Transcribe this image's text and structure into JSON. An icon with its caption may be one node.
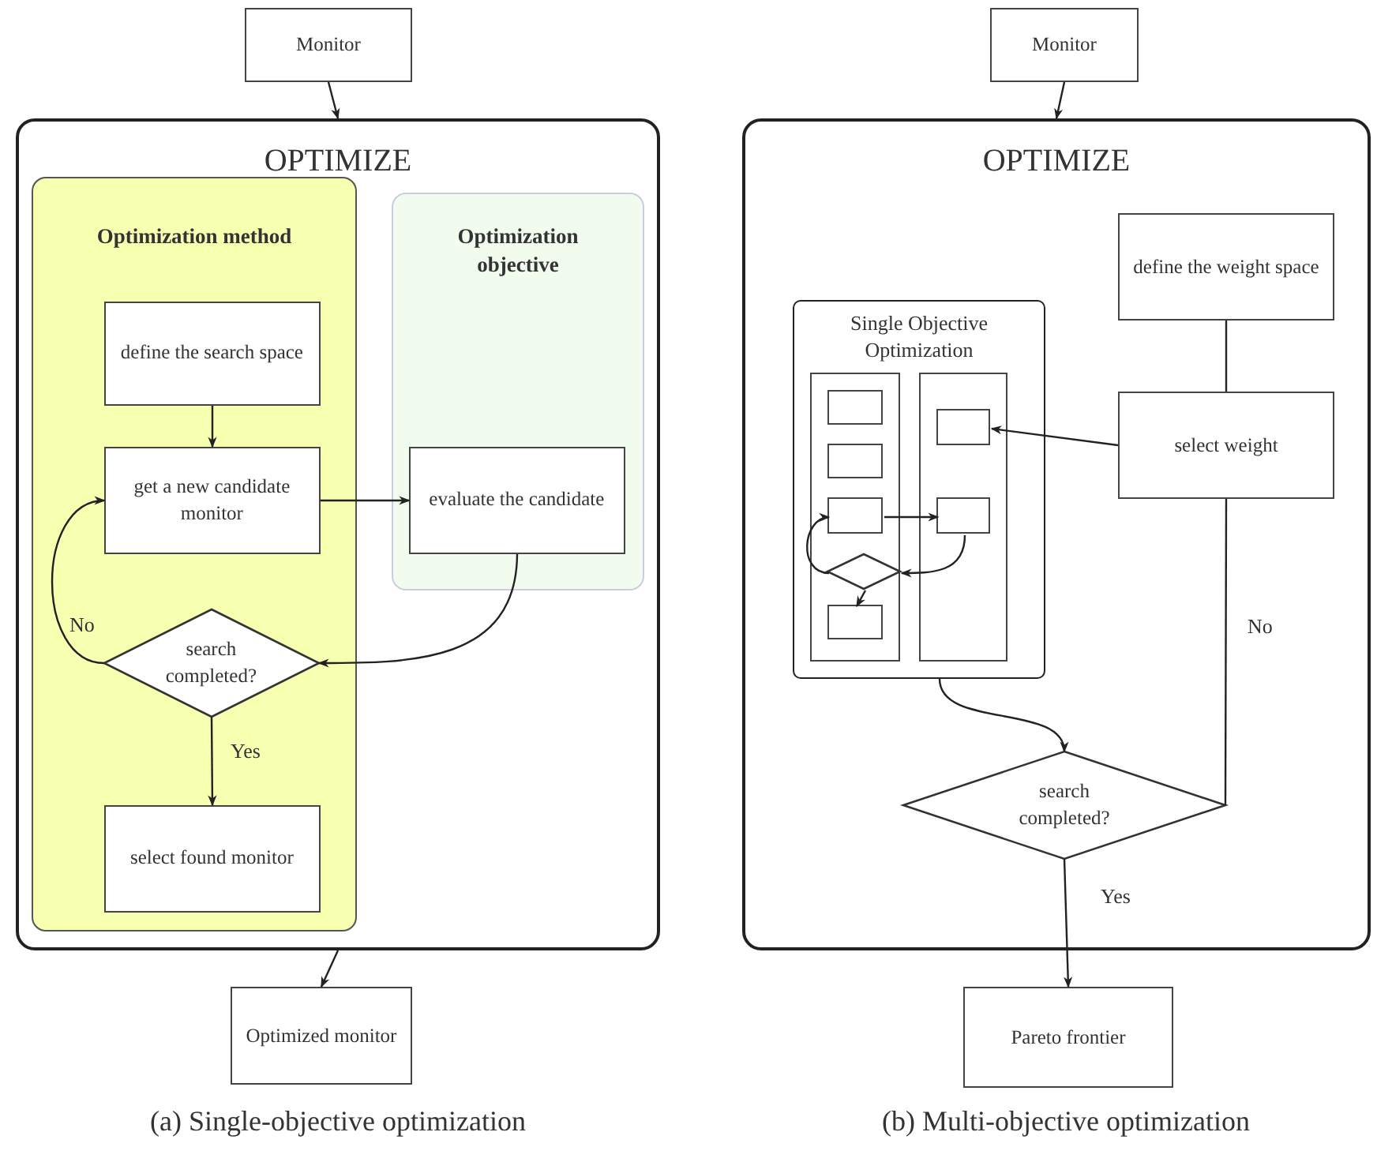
{
  "diagram": {
    "nodes": [
      {
        "text": [
          "Monitor"
        ]
      },
      {
        "text": [
          "OPTIMIZE"
        ]
      },
      {
        "text": [
          "Optimization method"
        ],
        "in": 1
      },
      {
        "text": [
          "Optimization objective"
        ],
        "in": 1
      },
      {
        "text": [
          "define the search space"
        ],
        "in": 2
      },
      {
        "text": [
          "get a new candidate monitor"
        ],
        "in": 2
      },
      {
        "text": [
          "evaluate the candidate"
        ],
        "in": 3
      },
      {
        "text": [
          "search completed?"
        ],
        "in": 2
      },
      {
        "text": [
          "select found monitor"
        ],
        "in": 2
      },
      {
        "text": [
          "Optimized monitor"
        ]
      },
      {
        "text": [
          "Monitor"
        ]
      },
      {
        "text": [
          "OPTIMIZE"
        ]
      },
      {
        "text": [
          "Single Objective Optimization"
        ],
        "in": 11
      },
      {
        "text": [],
        "shape": "box",
        "in": 12
      },
      {
        "text": [],
        "shape": "box",
        "in": 12
      },
      {
        "text": [],
        "shape": "box",
        "in": 13
      },
      {
        "text": [],
        "shape": "box",
        "in": 13
      },
      {
        "text": [],
        "shape": "box",
        "in": 13
      },
      {
        "text": [],
        "shape": "diamond",
        "in": 13
      },
      {
        "text": [],
        "shape": "box",
        "in": 13
      },
      {
        "text": [],
        "shape": "box",
        "in": 14
      },
      {
        "text": [],
        "shape": "box",
        "in": 14
      },
      {
        "text": [
          "define the weight space"
        ],
        "in": 11
      },
      {
        "text": [
          "select weight"
        ],
        "in": 11
      },
      {
        "text": [
          "search completed?"
        ],
        "in": 11
      },
      {
        "text": [
          "Pareto frontier"
        ]
      }
    ],
    "edges": [
      {
        "from": 0,
        "to": 1,
        "arrow": "to"
      },
      {
        "from": 1,
        "to": 9,
        "arrow": "to"
      },
      {
        "from": 4,
        "to": 5,
        "arrow": "to"
      },
      {
        "from": 5,
        "to": 6,
        "arrow": "to"
      },
      {
        "from": 6,
        "to": 7,
        "arrow": "to"
      },
      {
        "from": 7,
        "to": 5,
        "arrow": "to",
        "label": "No"
      },
      {
        "from": 7,
        "to": 8,
        "arrow": "to",
        "label": "Yes"
      },
      {
        "from": 10,
        "to": 11,
        "arrow": "to"
      },
      {
        "from": 24,
        "to": 25,
        "arrow": "to",
        "label": "Yes"
      },
      {
        "from": 22,
        "to": 23,
        "arrow": "none"
      },
      {
        "from": 23,
        "to": 20,
        "arrow": "to"
      },
      {
        "from": 24,
        "to": 23,
        "arrow": "none",
        "label": "No"
      },
      {
        "from": 12,
        "to": 24,
        "arrow": "to"
      },
      {
        "from": 17,
        "to": 21,
        "arrow": "to"
      },
      {
        "from": 21,
        "to": 18,
        "arrow": "to"
      },
      {
        "from": 18,
        "to": 17,
        "arrow": "to"
      },
      {
        "from": 18,
        "to": 19,
        "arrow": "to"
      }
    ],
    "labels": [
      "(a) Single-objective optimization",
      "(b) Multi-objective optimization"
    ]
  }
}
